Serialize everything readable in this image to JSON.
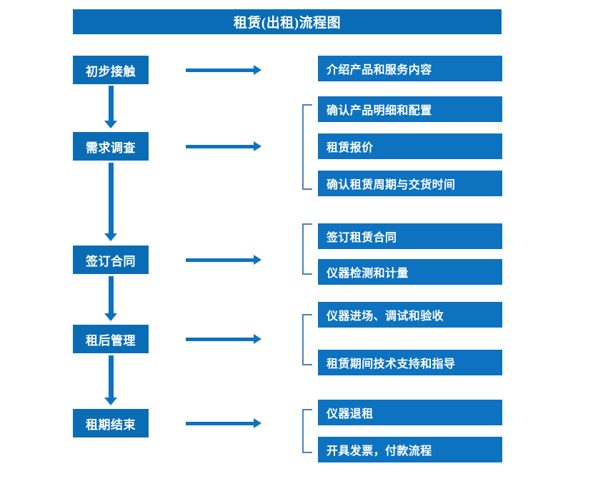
{
  "chart_data": {
    "type": "diagram",
    "title": "租赁(出租)流程图",
    "diagram_kind": "flowchart",
    "orientation": "vertical-stages-with-detail-branches",
    "stages": [
      {
        "label": "初步接触",
        "details": [
          "介绍产品和服务内容"
        ],
        "bracketed": false
      },
      {
        "label": "需求调查",
        "details": [
          "确认产品明细和配置",
          "租赁报价",
          "确认租赁周期与交货时间"
        ],
        "bracketed": true
      },
      {
        "label": "签订合同",
        "details": [
          "签订租赁合同",
          "仪器检测和计量"
        ],
        "bracketed": true
      },
      {
        "label": "租后管理",
        "details": [
          "仪器进场、调试和验收",
          "租赁期间技术支持和指导"
        ],
        "bracketed": true
      },
      {
        "label": "租期结束",
        "details": [
          "仪器退租",
          "开具发票，付款流程"
        ],
        "bracketed": true
      }
    ],
    "colors": {
      "box_fill": "#0a6cb5",
      "detail_fill": "#0d72c0",
      "arrow": "#0d72c0",
      "bracket": "#4f80b8",
      "text": "#ffffff",
      "background": "#ffffff"
    }
  },
  "header": {
    "title": "租赁(出租)流程图"
  },
  "stages": [
    {
      "label": "初步接触"
    },
    {
      "label": "需求调查"
    },
    {
      "label": "签订合同"
    },
    {
      "label": "租后管理"
    },
    {
      "label": "租期结束"
    }
  ],
  "details": [
    {
      "label": "介绍产品和服务内容"
    },
    {
      "label": "确认产品明细和配置"
    },
    {
      "label": "租赁报价"
    },
    {
      "label": "确认租赁周期与交货时间"
    },
    {
      "label": "签订租赁合同"
    },
    {
      "label": "仪器检测和计量"
    },
    {
      "label": "仪器进场、调试和验收"
    },
    {
      "label": "租赁期间技术支持和指导"
    },
    {
      "label": "仪器退租"
    },
    {
      "label": "开具发票，付款流程"
    }
  ]
}
